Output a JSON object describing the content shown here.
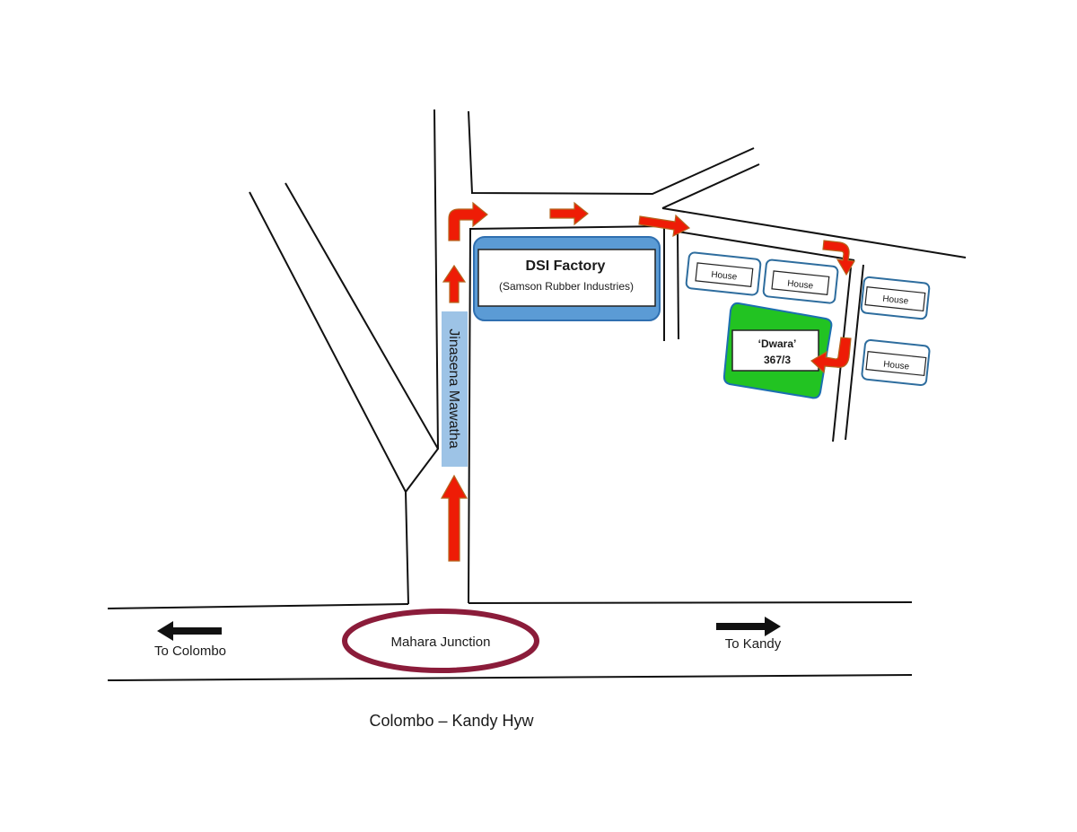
{
  "roads": {
    "highway_caption": "Colombo – Kandy Hyw",
    "side_road_label": "Jinasena Mawatha",
    "junction_label": "Mahara Junction",
    "to_colombo": "To Colombo",
    "to_kandy": "To Kandy"
  },
  "buildings": {
    "factory_name": "DSI Factory",
    "factory_subtitle": "(Samson Rubber Industries)",
    "destination_name": "‘Dwara’",
    "destination_number": "367/3",
    "house_label": "House"
  },
  "colors": {
    "route_arrow": "#ee1c06",
    "route_arrow_edge": "#b5651d",
    "factory_fill": "#5b9bd5",
    "factory_edge": "#2f6fb0",
    "destination_fill": "#22c322",
    "destination_edge": "#1c6fb0",
    "junction_ring": "#8b1c3a",
    "road_label_fill": "#9dc3e6",
    "house_edge": "#2e6d9e"
  }
}
